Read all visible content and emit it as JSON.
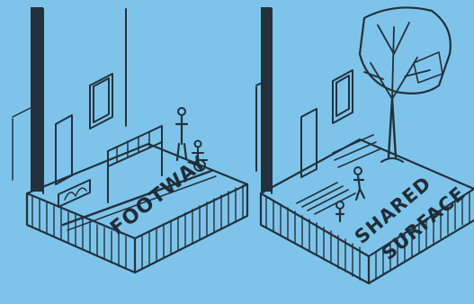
{
  "panels": [
    {
      "label": "FOOTWAY"
    },
    {
      "label_line1": "SHARED",
      "label_line2": "SURFACE"
    }
  ],
  "colors": {
    "background": "#7ec4ea",
    "ink": "#22313c"
  },
  "icons": [
    "tree-icon",
    "person-icon",
    "wheelchair-icon"
  ]
}
